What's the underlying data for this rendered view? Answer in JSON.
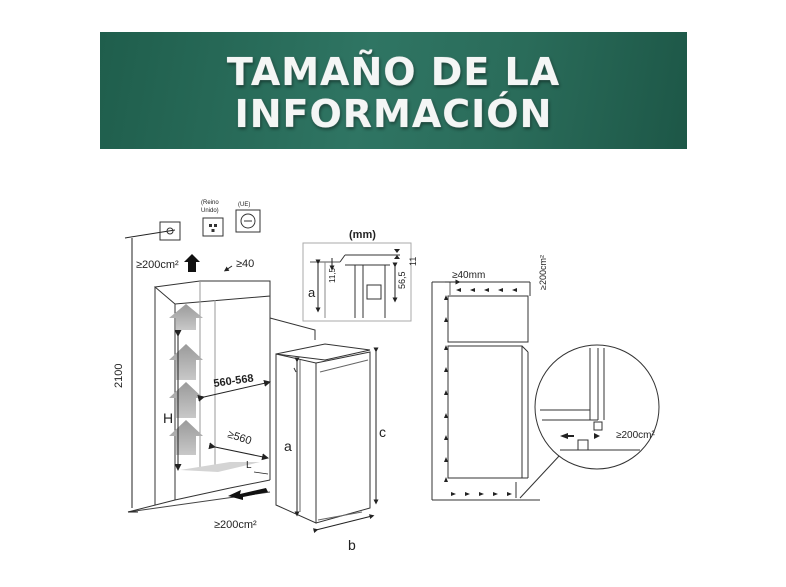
{
  "header": {
    "title_line1": "TAMAÑO DE LA",
    "title_line2": "INFORMACIÓN",
    "background_color": "#2a6c5a"
  },
  "diagram": {
    "units": "(mm)",
    "socket_caption": "(Reino\nUnido)",
    "socket_caption_line1": "(Reino",
    "socket_caption_line2": "Unido)",
    "socket_caption2": "(UE)",
    "vent_top": "≥200cm²",
    "gap_top": "≥40",
    "height_total": "2100",
    "niche_width": "560-568",
    "niche_depth": "≥560",
    "label_H": "H",
    "label_L": "L",
    "vent_bottom": "≥200cm²",
    "label_a_main": "a",
    "label_b": "b",
    "label_c": "c",
    "detail_a": "a",
    "detail_11_5": "11,5",
    "detail_56_5": "56,5",
    "detail_11": "11",
    "side_gap": "≥40mm",
    "side_vent_top": "≥200cm²",
    "side_vent_detail": "≥200cm²"
  }
}
